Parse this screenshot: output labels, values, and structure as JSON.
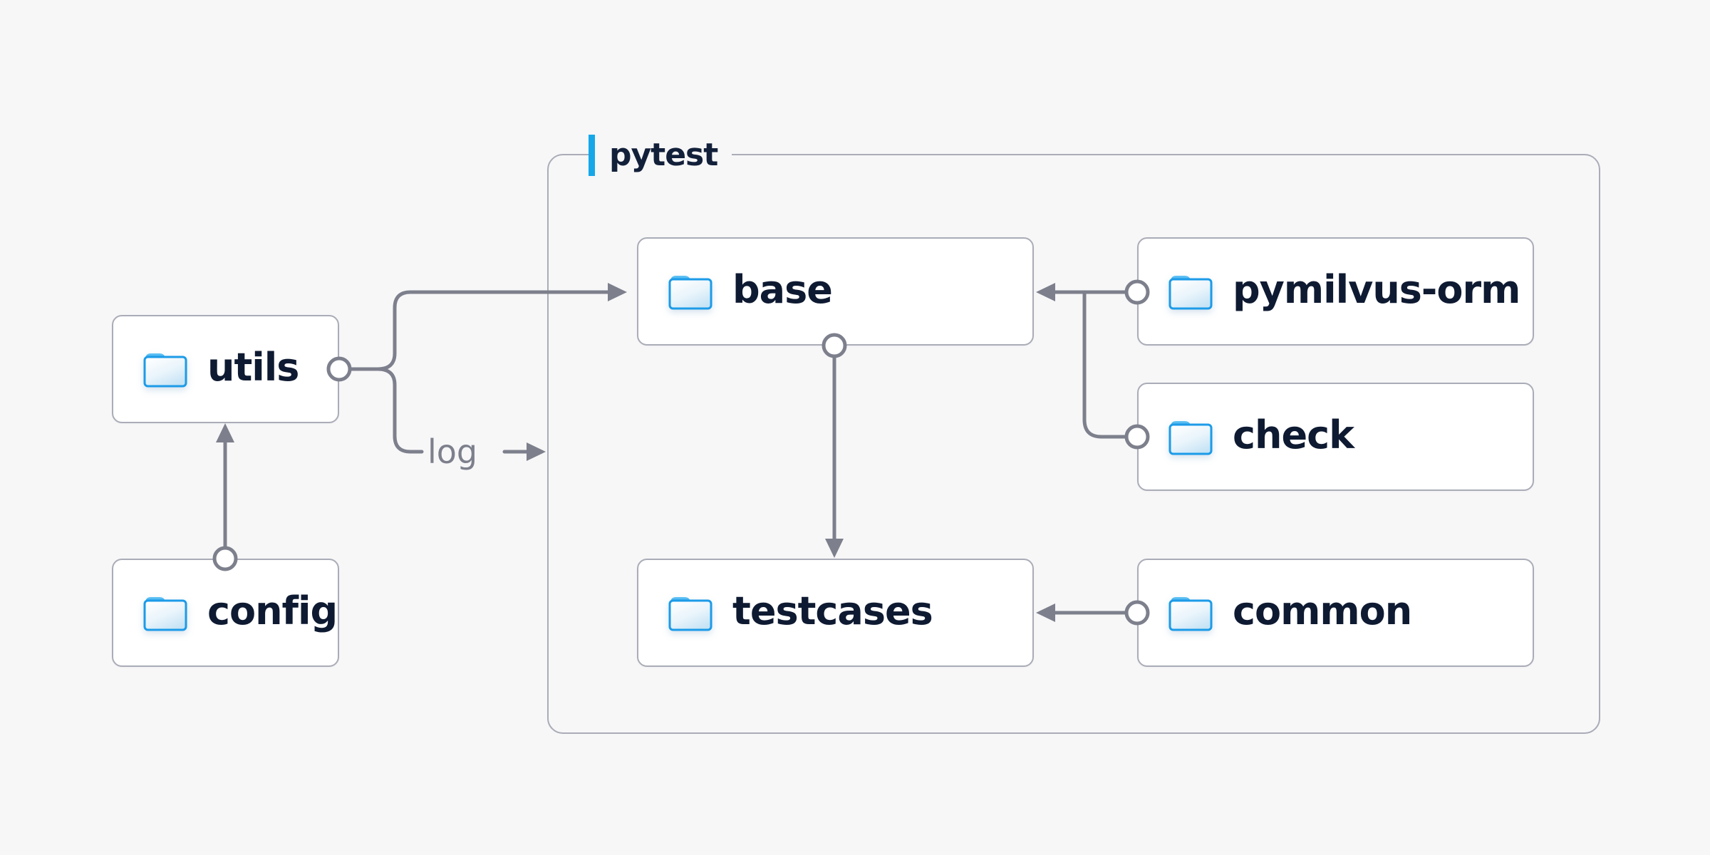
{
  "container": {
    "label": "pytest"
  },
  "nodes": [
    {
      "id": "utils",
      "label": "utils",
      "icon": "folder-icon"
    },
    {
      "id": "config",
      "label": "config",
      "icon": "folder-icon"
    },
    {
      "id": "base",
      "label": "base",
      "icon": "folder-icon",
      "group": "pytest"
    },
    {
      "id": "pymilvus-orm",
      "label": "pymilvus-orm",
      "icon": "folder-icon",
      "group": "pytest"
    },
    {
      "id": "check",
      "label": "check",
      "icon": "folder-icon",
      "group": "pytest"
    },
    {
      "id": "testcases",
      "label": "testcases",
      "icon": "folder-icon",
      "group": "pytest"
    },
    {
      "id": "common",
      "label": "common",
      "icon": "folder-icon",
      "group": "pytest"
    }
  ],
  "edges": [
    {
      "from": "config",
      "to": "utils"
    },
    {
      "from": "utils",
      "to": "base"
    },
    {
      "from": "utils",
      "to": "pytest-border",
      "label": "log"
    },
    {
      "from": "pymilvus-orm",
      "to": "base"
    },
    {
      "from": "check",
      "to": "base"
    },
    {
      "from": "base",
      "to": "testcases"
    },
    {
      "from": "common",
      "to": "testcases"
    }
  ],
  "colors": {
    "background": "#f7f7f8",
    "node_background": "#ffffff",
    "node_border": "#aaacb7",
    "connector": "#7d808c",
    "text": "#0e1a31",
    "accent_blue": "#16a7e9",
    "folder_blue": "#1c9be8"
  }
}
